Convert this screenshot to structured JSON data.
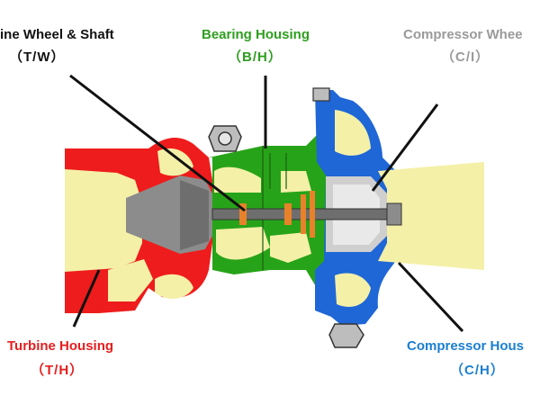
{
  "labels": {
    "turbine_wheel": {
      "name": "ine Wheel & Shaft",
      "abbr": "（T/W）",
      "color": "#111111"
    },
    "bearing_housing": {
      "name": "Bearing Housing",
      "abbr": "（B/H）",
      "color": "#2e9e1f"
    },
    "compressor_wheel": {
      "name": "Compressor Whee",
      "abbr": "（C/I）",
      "color": "#9a9a9a"
    },
    "turbine_housing": {
      "name": "Turbine Housing",
      "abbr": "（T/H）",
      "color": "#e61e1e"
    },
    "compressor_housing": {
      "name": "Compressor Hous",
      "abbr": "（C/H）",
      "color": "#1a7fd0"
    }
  },
  "colors": {
    "turbine_housing": "#ee1c1c",
    "bearing_housing": "#27a319",
    "compressor_housing": "#1f66d6",
    "cavity": "#f4f0a8",
    "wheel": "#8c8c8c",
    "shaft": "#6e6e6e",
    "bearing": "#e8822a",
    "leader": "#111111"
  }
}
